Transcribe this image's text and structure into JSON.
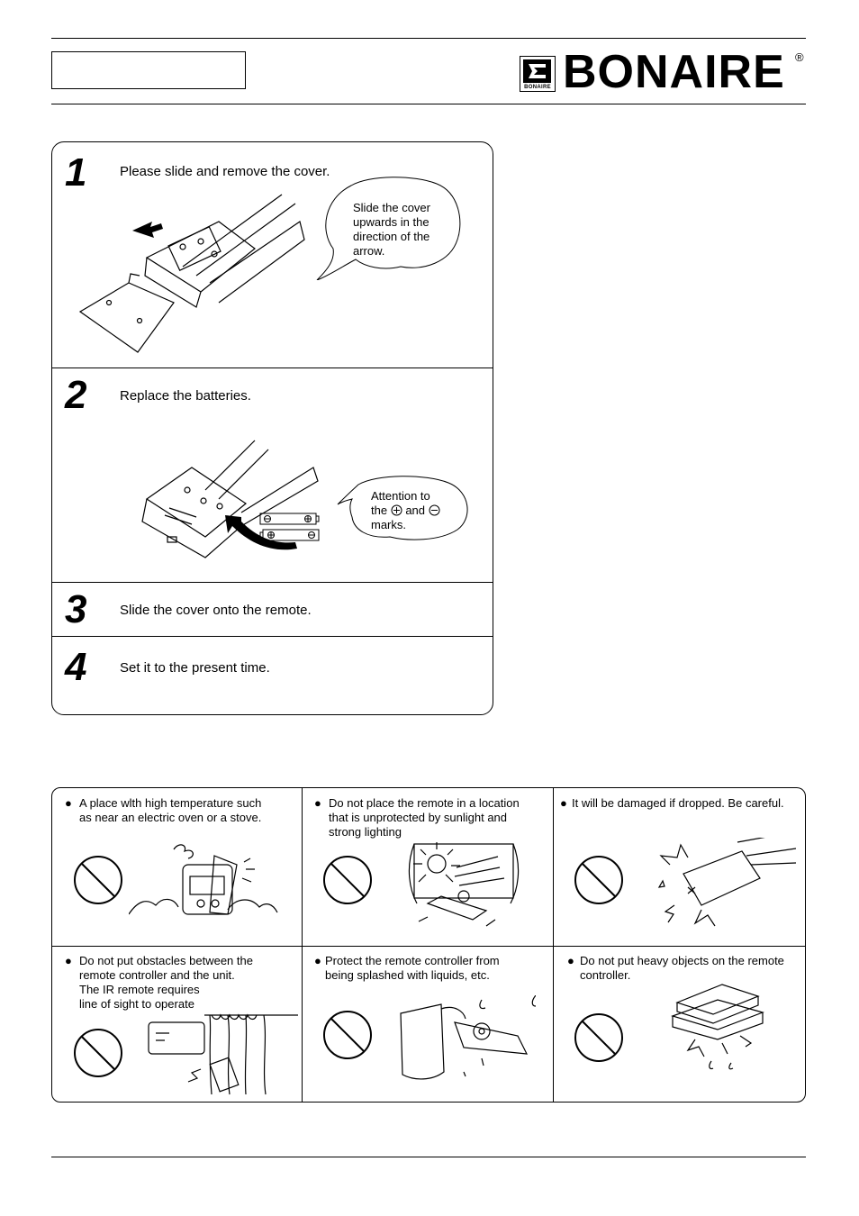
{
  "header": {
    "brand": "BONAIRE",
    "brand_small": "BONAIRE",
    "registered": "®"
  },
  "steps": [
    {
      "number": "1",
      "text": "Please slide and remove the cover.",
      "bubble": [
        "Slide the cover",
        "upwards in the",
        "direction of the",
        "arrow."
      ]
    },
    {
      "number": "2",
      "text": "Replace the batteries.",
      "bubble": [
        "Attention to",
        "the",
        "and",
        "marks."
      ]
    },
    {
      "number": "3",
      "text": "Slide the cover onto the remote."
    },
    {
      "number": "4",
      "text": "Set it to the present time."
    }
  ],
  "warnings": [
    {
      "lines": [
        "A place wlth high temperature such",
        "as near an electric oven or a stove."
      ]
    },
    {
      "lines": [
        "Do not place the remote in a location",
        "that is unprotected by sunlight and",
        "strong lighting"
      ]
    },
    {
      "lines": [
        "It will be damaged if dropped. Be careful."
      ]
    },
    {
      "lines": [
        "Do not put obstacles between the",
        "remote controller and the unit.",
        "The IR remote requires",
        "line of sight to operate"
      ]
    },
    {
      "lines": [
        "Protect the remote controller from",
        "being splashed with liquids, etc."
      ]
    },
    {
      "lines": [
        "Do not put heavy objects on the remote",
        "controller."
      ]
    }
  ],
  "icons": {
    "prohibit": "prohibition-icon",
    "bullet": "●"
  }
}
